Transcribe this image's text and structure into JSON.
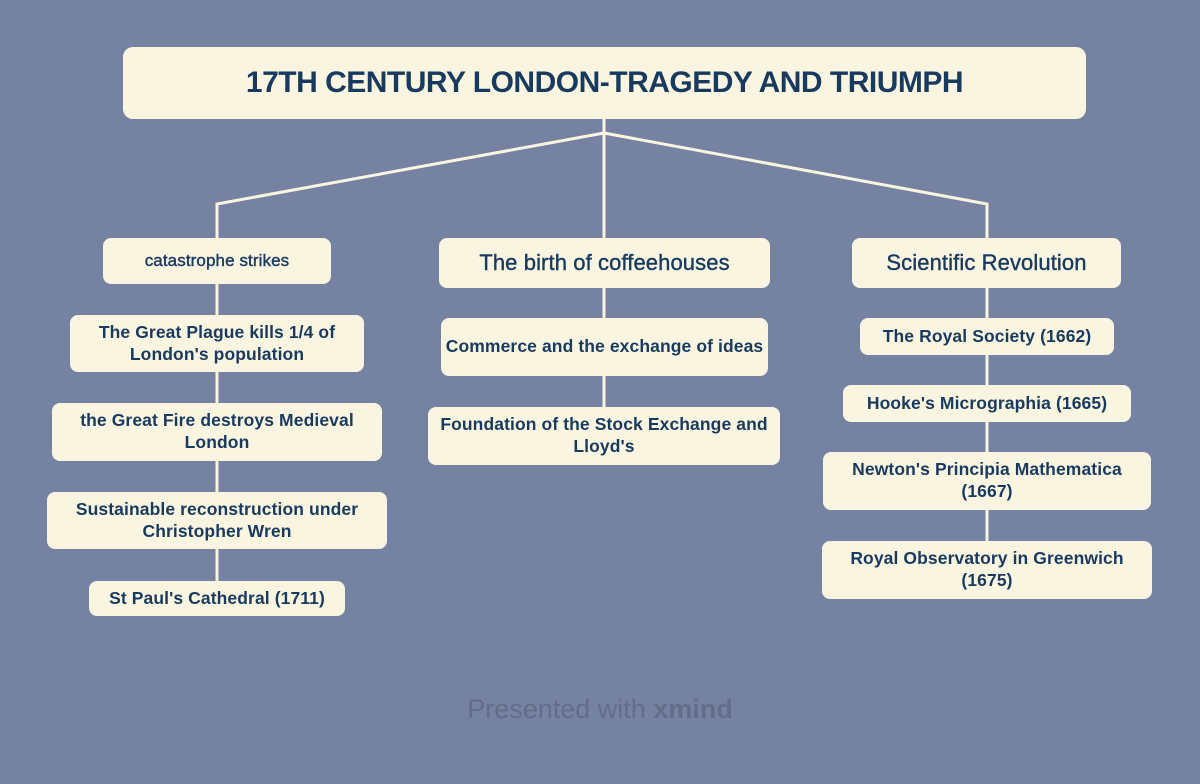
{
  "colors": {
    "background": "#7582a2",
    "node_fill": "#faf5e1",
    "node_text": "#173a5e",
    "connector": "#faf5e1",
    "footer_text": "#626d89"
  },
  "root": {
    "label": "17TH CENTURY LONDON-TRAGEDY AND TRIUMPH"
  },
  "branches": [
    {
      "label": "catastrophe strikes",
      "children": [
        {
          "label": "The Great Plague kills 1/4 of London's population"
        },
        {
          "label": "the Great Fire destroys Medieval London"
        },
        {
          "label": "Sustainable reconstruction under Christopher Wren"
        },
        {
          "label": "St Paul's Cathedral (1711)"
        }
      ]
    },
    {
      "label": "The birth of coffeehouses",
      "children": [
        {
          "label": "Commerce and the exchange of ideas"
        },
        {
          "label": "Foundation of the Stock Exchange and Lloyd's"
        }
      ]
    },
    {
      "label": "Scientific Revolution",
      "children": [
        {
          "label": "The Royal Society (1662)"
        },
        {
          "label": "Hooke's Micrographia (1665)"
        },
        {
          "label": "Newton's Principia Mathematica (1667)"
        },
        {
          "label": "Royal Observatory in Greenwich (1675)"
        }
      ]
    }
  ],
  "footer": {
    "prefix": "Presented with ",
    "brand": "xmind"
  }
}
